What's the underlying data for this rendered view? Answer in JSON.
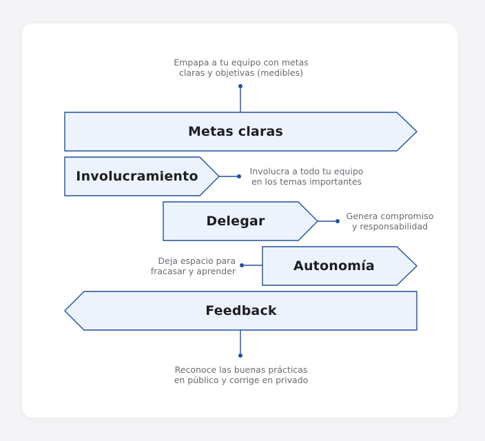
{
  "diagram": {
    "steps": [
      {
        "label": "Metas claras",
        "note": [
          "Empapa a tu equipo con metas",
          "claras y objetivas (medibles)"
        ]
      },
      {
        "label": "Involucramiento",
        "note": [
          "Involucra a todo tu equipo",
          "en los temas importantes"
        ]
      },
      {
        "label": "Delegar",
        "note": [
          "Genera compromiso",
          "y responsabilidad"
        ]
      },
      {
        "label": "Autonomía",
        "note": [
          "Deja espacio para",
          "fracasar y aprender"
        ]
      },
      {
        "label": "Feedback",
        "note": [
          "Reconoce las buenas prácticas",
          "en público y corrige en privado"
        ]
      }
    ]
  },
  "colors": {
    "shape_fill": "#edf3fd",
    "shape_stroke": "#1f4e9c",
    "text": "#1e1e22",
    "note_text": "#666a70"
  }
}
